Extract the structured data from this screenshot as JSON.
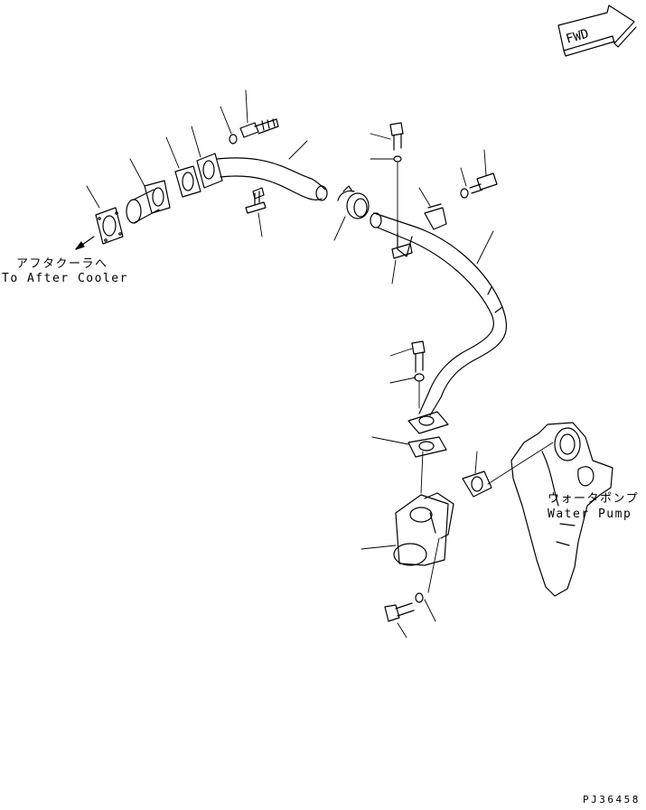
{
  "labels": {
    "after_cooler_jp": "アフタクーラへ",
    "after_cooler_en": "To After Cooler",
    "water_pump_jp": "ウォータポンプ",
    "water_pump_en": "Water Pump",
    "direction_arrow": "FWD",
    "drawing_code": "PJ36458"
  },
  "colors": {
    "line": "#000000",
    "background": "#ffffff"
  }
}
